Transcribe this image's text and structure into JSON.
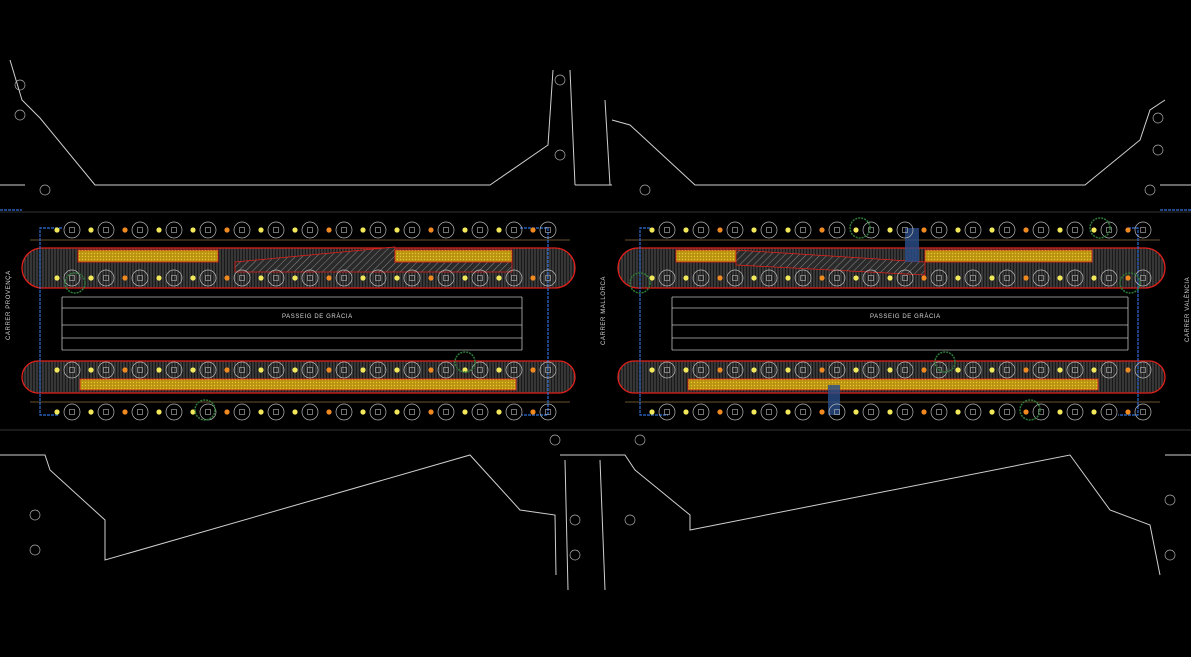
{
  "drawing": {
    "labels": {
      "street_left": "CARRER PROVENÇA",
      "street_middle": "CARRER MALLORCA",
      "street_right": "CARRER VALÈNCIA",
      "boulevard_left": "PASSEIG DE GRÀCIA",
      "boulevard_right": "PASSEIG DE GRÀCIA"
    },
    "colors": {
      "background": "#000000",
      "outline": "#cfcfcf",
      "median_border": "#e0201a",
      "paving_yellow": "#c9a416",
      "hatch_gray": "#6d6d6d",
      "utility_blue": "#2f6fd6",
      "lamp_yellow": "#f2e85a",
      "lamp_orange": "#f08a20",
      "tree_green": "#2f7a3a"
    }
  }
}
